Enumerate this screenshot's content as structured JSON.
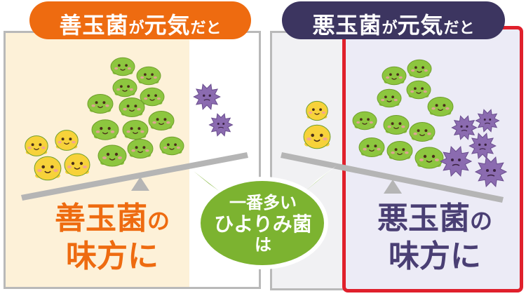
{
  "left_tab": {
    "title": "善玉菌",
    "suffix1": "が",
    "title2": "元気",
    "suffix2": "だと"
  },
  "right_tab": {
    "title": "悪玉菌",
    "suffix1": "が",
    "title2": "元気",
    "suffix2": "だと"
  },
  "left_caption": {
    "line1": "善玉菌",
    "particle": "の",
    "line2": "味方に"
  },
  "right_caption": {
    "line1": "悪玉菌",
    "particle": "の",
    "line2": "味方に"
  },
  "bubble": {
    "line1": "一番多い",
    "line2": "ひよりみ菌",
    "line3": "は"
  },
  "colors": {
    "good_orange": "#ee6b10",
    "bad_purple": "#3c3560",
    "highlight_red": "#e0202c",
    "bubble_green": "#7cb330",
    "green_bacteria": "#8dc63f",
    "yellow_bacteria": "#f7d23a",
    "purple_bacteria": "#8b6bb0"
  }
}
